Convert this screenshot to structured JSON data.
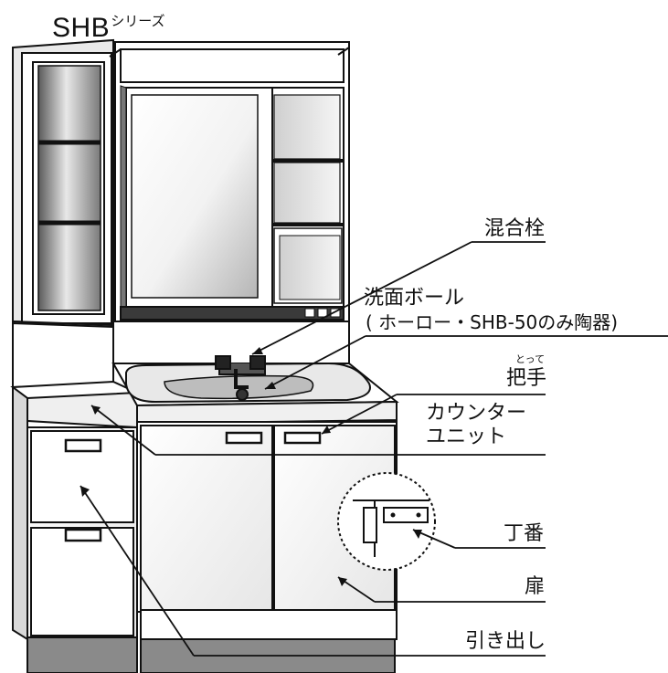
{
  "title": {
    "main": "SHB",
    "suffix": "シリーズ"
  },
  "labels": {
    "faucet": "混合栓",
    "bowl_line1": "洗面ボール",
    "bowl_line2": "( ホーロー・SHB-50のみ陶器)",
    "handle": "把手",
    "handle_ruby": "とって",
    "counter_line1": "カウンター",
    "counter_line2": "ユニット",
    "hinge": "丁番",
    "door": "扉",
    "drawer": "引き出し"
  },
  "colors": {
    "line": "#111111",
    "panel": "#ffffff",
    "shade": "#9a9a9a",
    "dark": "#2a2a2a"
  }
}
